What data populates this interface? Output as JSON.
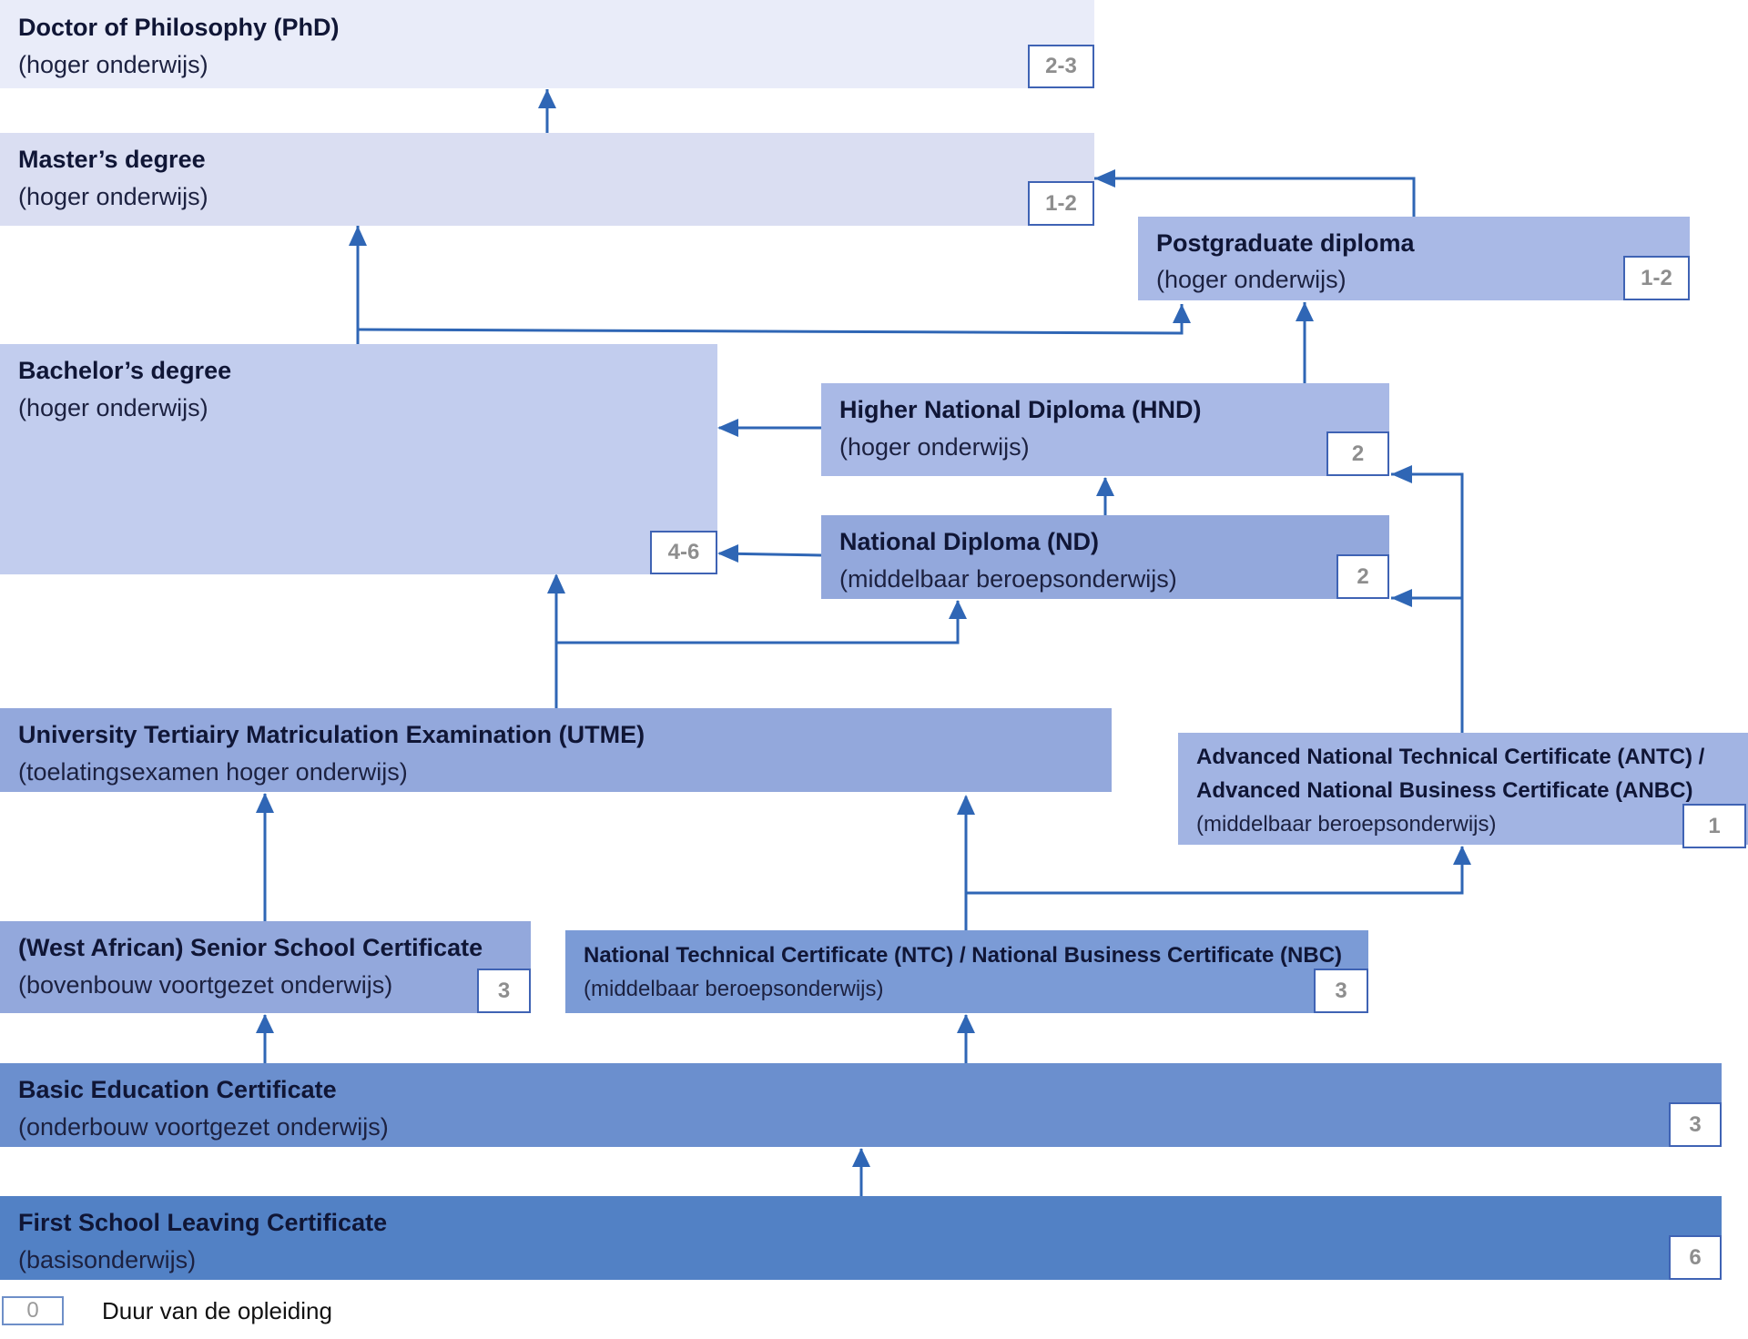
{
  "colors": {
    "phd": "#e9ecf9",
    "masters": "#dadef2",
    "postgraduate": "#a9b9e6",
    "bachelor": "#c2cdee",
    "hnd": "#a9b9e6",
    "nd": "#93a8dc",
    "utme": "#93a8dc",
    "antc": "#a2b4e3",
    "wassc": "#93a8dc",
    "ntc": "#7b9bd6",
    "bec": "#6b8fce",
    "fslc": "#5281c5",
    "arrow": "#2f66b5",
    "duration_border": "#3f63b4"
  },
  "boxes": {
    "phd": {
      "title": "Doctor of Philosophy (PhD)",
      "subtitle": "(hoger onderwijs)",
      "duration": "2-3"
    },
    "masters": {
      "title": "Master’s degree",
      "subtitle": "(hoger onderwijs)",
      "duration": "1-2"
    },
    "postgraduate": {
      "title": "Postgraduate diploma",
      "subtitle": "(hoger onderwijs)",
      "duration": "1-2"
    },
    "bachelor": {
      "title": "Bachelor’s degree",
      "subtitle": "(hoger onderwijs)",
      "duration": "4-6"
    },
    "hnd": {
      "title": "Higher National Diploma (HND)",
      "subtitle": "(hoger onderwijs)",
      "duration": "2"
    },
    "nd": {
      "title": "National Diploma (ND)",
      "subtitle": "(middelbaar beroepsonderwijs)",
      "duration": "2"
    },
    "utme": {
      "title": "University Tertiairy Matriculation Examination (UTME)",
      "subtitle": "(toelatingsexamen hoger onderwijs)"
    },
    "antc": {
      "title": "Advanced National Technical Certificate (ANTC) /",
      "title2": "Advanced National Business Certificate (ANBC)",
      "subtitle": "(middelbaar beroepsonderwijs)",
      "duration": "1"
    },
    "wassc": {
      "title": "(West African) Senior School Certificate",
      "subtitle": "(bovenbouw voortgezet onderwijs)",
      "duration": "3"
    },
    "ntc": {
      "title": "National Technical Certificate (NTC) / National Business Certificate (NBC)",
      "subtitle": "(middelbaar beroepsonderwijs)",
      "duration": "3"
    },
    "bec": {
      "title": "Basic Education Certificate",
      "subtitle": "(onderbouw voortgezet onderwijs)",
      "duration": "3"
    },
    "fslc": {
      "title": "First School Leaving Certificate",
      "subtitle": "(basisonderwijs)",
      "duration": "6"
    }
  },
  "legend": {
    "sample": "0",
    "label": "Duur van de opleiding"
  }
}
